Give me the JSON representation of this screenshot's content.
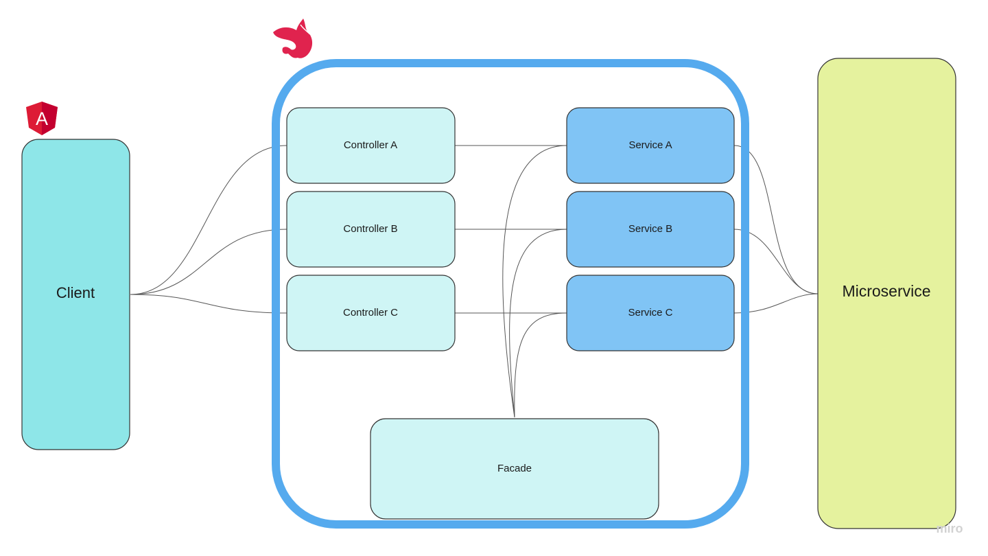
{
  "nodes": {
    "client": "Client",
    "controller_a": "Controller A",
    "controller_b": "Controller B",
    "controller_c": "Controller C",
    "service_a": "Service A",
    "service_b": "Service B",
    "service_c": "Service C",
    "facade": "Facade",
    "microservice": "Microservice"
  },
  "logos": {
    "angular": "A",
    "nest": "NestJS",
    "watermark": "miro"
  },
  "colors": {
    "client": "#8ee6e8",
    "controller": "#cff5f5",
    "service": "#80c4f5",
    "facade": "#cff5f5",
    "microservice": "#e5f29e",
    "frame": "#55aaee",
    "angular": "#dd1b35",
    "nest": "#e0234e"
  }
}
